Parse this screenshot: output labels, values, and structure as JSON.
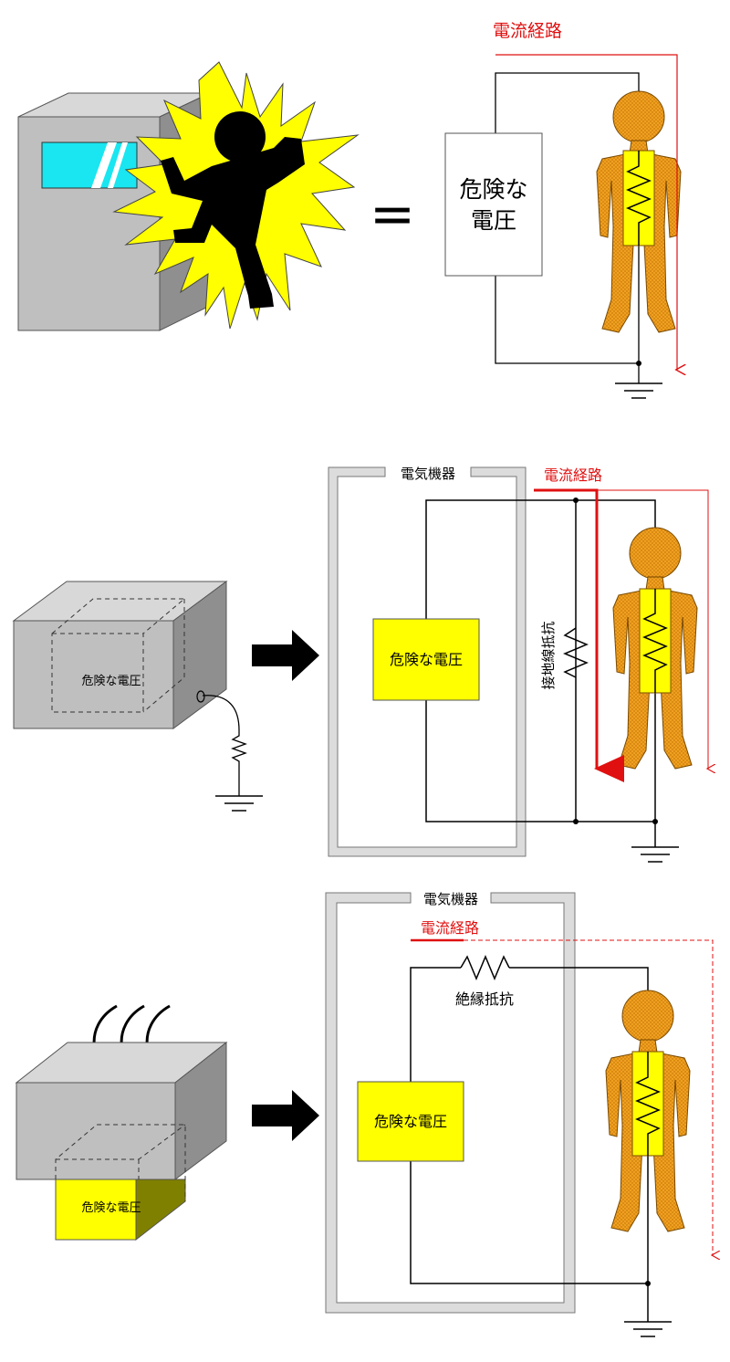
{
  "colors": {
    "current_path": "#e01010",
    "human_fill": "#f0a020",
    "voltage_box": "#ffff00",
    "enclosure_gray": "#bfbfbf",
    "spark": "#ffff00"
  },
  "panel1": {
    "current_path_label": "電流経路",
    "voltage_line1": "危険な",
    "voltage_line2": "電圧",
    "equals": "="
  },
  "panel2": {
    "enclosure_label": "電気機器",
    "current_path_label": "電流経路",
    "device_label": "危険な電圧",
    "voltage_label": "危険な電圧",
    "ground_resistor_label": "接地線抵抗"
  },
  "panel3": {
    "enclosure_label": "電気機器",
    "current_path_label": "電流経路",
    "insulation_label": "絶縁抵抗",
    "device_label": "危険な電圧",
    "voltage_label": "危険な電圧"
  }
}
